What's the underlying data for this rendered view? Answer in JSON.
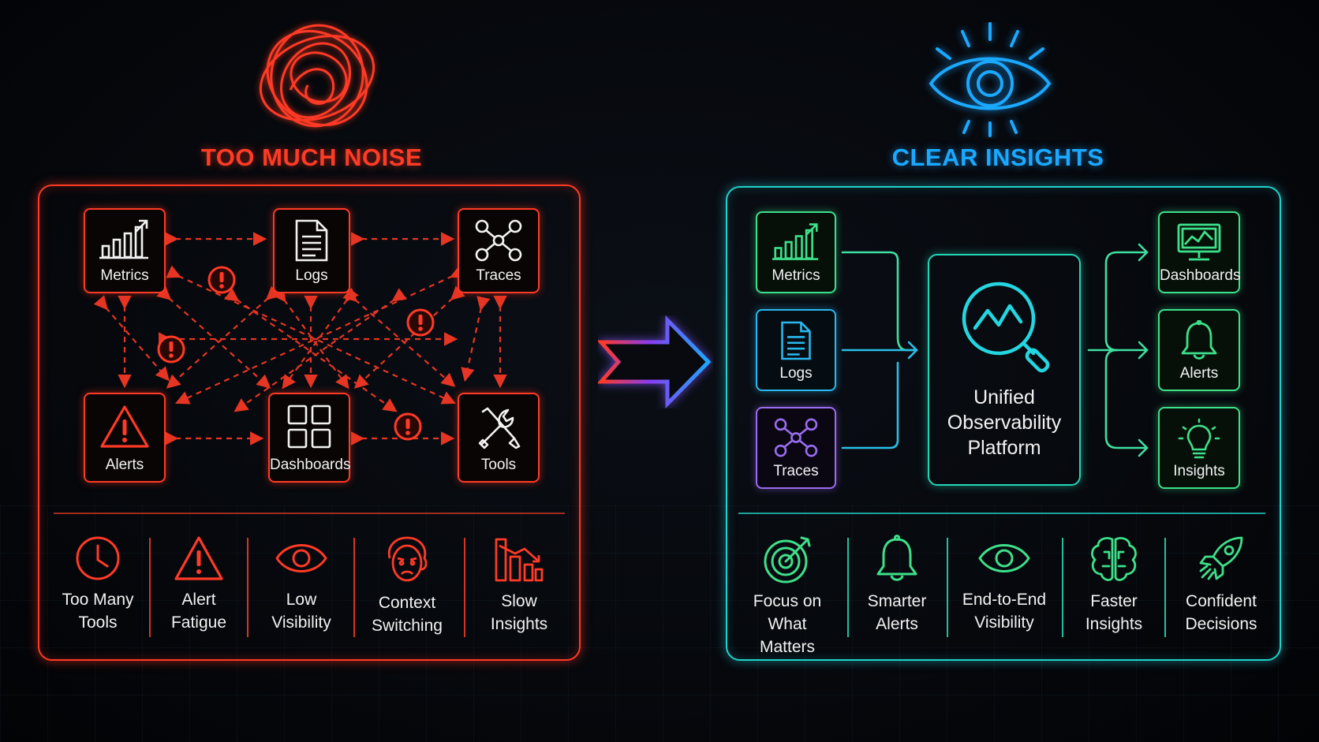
{
  "left": {
    "title": "TOO MUCH NOISE",
    "nodes": {
      "metrics": "Metrics",
      "logs": "Logs",
      "traces": "Traces",
      "alerts": "Alerts",
      "dashboards": "Dashboards",
      "tools": "Tools"
    },
    "features": [
      {
        "line1": "Too Many",
        "line2": "Tools",
        "icon": "clock-icon"
      },
      {
        "line1": "Alert",
        "line2": "Fatigue",
        "icon": "warning-icon"
      },
      {
        "line1": "Low",
        "line2": "Visibility",
        "icon": "eye-icon"
      },
      {
        "line1": "Context",
        "line2": "Switching",
        "icon": "frustrated-face-icon"
      },
      {
        "line1": "Slow",
        "line2": "Insights",
        "icon": "declining-chart-icon"
      }
    ],
    "color": "#ff3a26"
  },
  "right": {
    "title": "CLEAR INSIGHTS",
    "inputs": {
      "metrics": "Metrics",
      "logs": "Logs",
      "traces": "Traces"
    },
    "platform": {
      "line1": "Unified",
      "line2": "Observability",
      "line3": "Platform"
    },
    "outputs": {
      "dashboards": "Dashboards",
      "alerts": "Alerts",
      "insights": "Insights"
    },
    "features": [
      {
        "line1": "Focus on What",
        "line2": "Matters",
        "icon": "target-icon"
      },
      {
        "line1": "Smarter",
        "line2": "Alerts",
        "icon": "bell-icon"
      },
      {
        "line1": "End-to-End",
        "line2": "Visibility",
        "icon": "eye-icon"
      },
      {
        "line1": "Faster",
        "line2": "Insights",
        "icon": "brain-icon"
      },
      {
        "line1": "Confident",
        "line2": "Decisions",
        "icon": "rocket-icon"
      }
    ],
    "color": "#1aa9ff"
  }
}
